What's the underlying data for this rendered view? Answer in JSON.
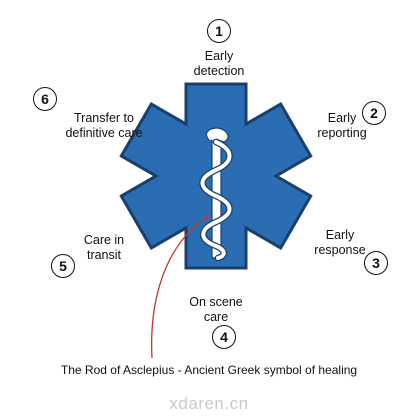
{
  "colors": {
    "star_fill": "#2a6db3",
    "star_stroke": "#1a3f6c",
    "rod": "#ffffff",
    "pointer": "#c0392b"
  },
  "steps": [
    {
      "number": "1",
      "label": "Early\ndetection"
    },
    {
      "number": "2",
      "label": "Early\nreporting"
    },
    {
      "number": "3",
      "label": "Early\nresponse"
    },
    {
      "number": "4",
      "label": "On scene\ncare"
    },
    {
      "number": "5",
      "label": "Care in\ntransit"
    },
    {
      "number": "6",
      "label": "Transfer to\ndefinitive care"
    }
  ],
  "caption": "The Rod of Asclepius - Ancient Greek symbol of healing",
  "watermark": "xdaren.cn",
  "icons": {
    "center": "rod-of-asclepius-icon",
    "emblem": "star-of-life-icon"
  }
}
